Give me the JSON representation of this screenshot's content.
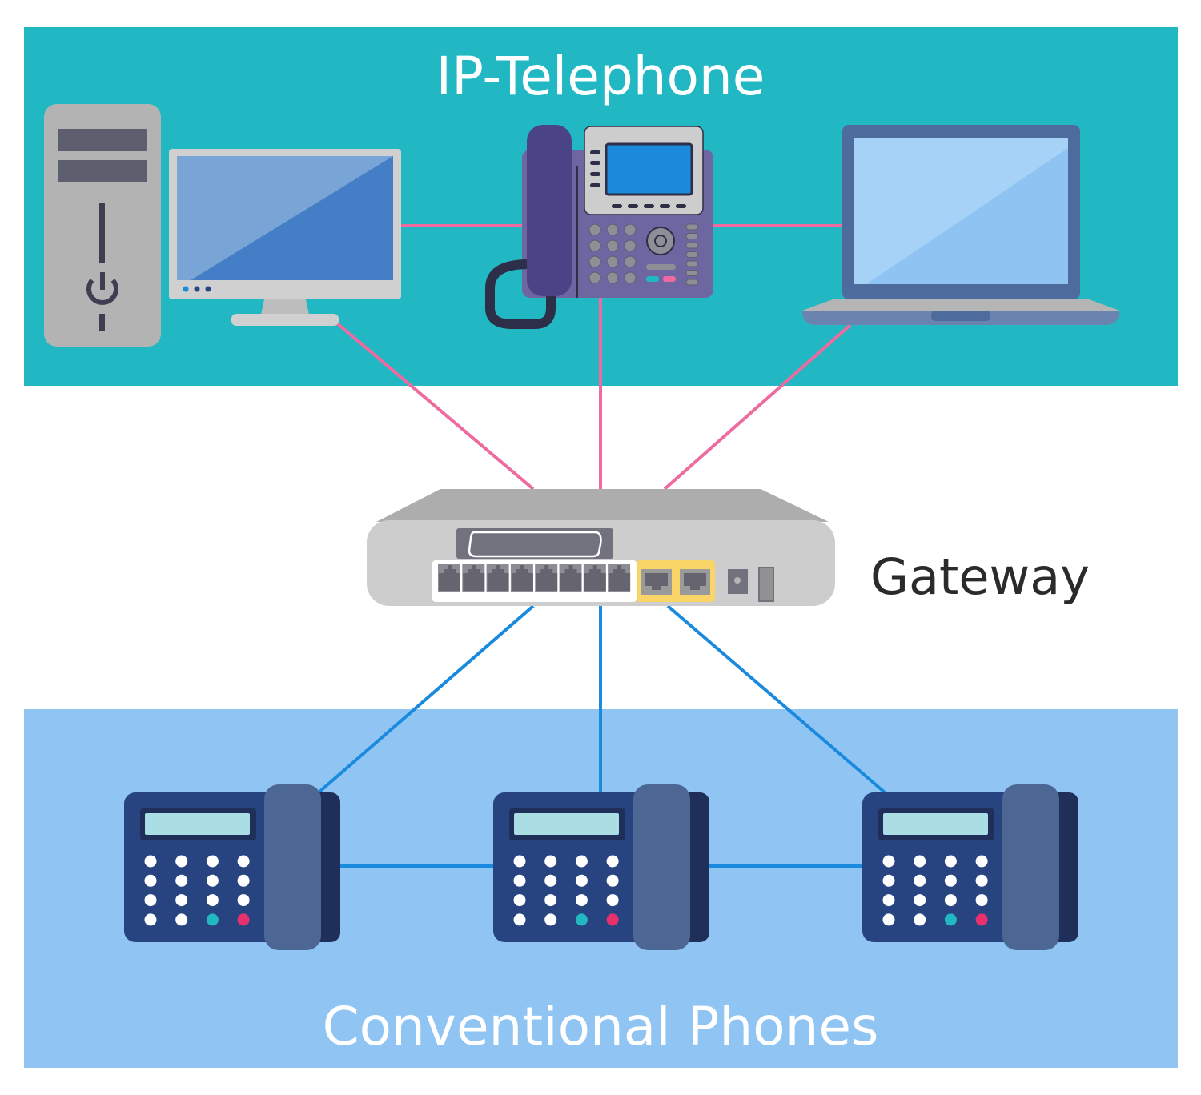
{
  "zones": {
    "ip_title": "IP-Telephone",
    "conventional_title": "Conventional Phones"
  },
  "gateway": {
    "label": "Gateway"
  },
  "colors": {
    "ip_zone": "#22B8C3",
    "conventional_zone": "#90C5F3",
    "ip_links": "#EE6A9F",
    "analog_links": "#1A8ADF",
    "phone_body": "#284480",
    "handset": "#4D6794"
  },
  "nodes": {
    "ip": [
      "desktop-computer",
      "ip-phone",
      "laptop"
    ],
    "conventional": [
      "phone-1",
      "phone-2",
      "phone-3"
    ]
  }
}
